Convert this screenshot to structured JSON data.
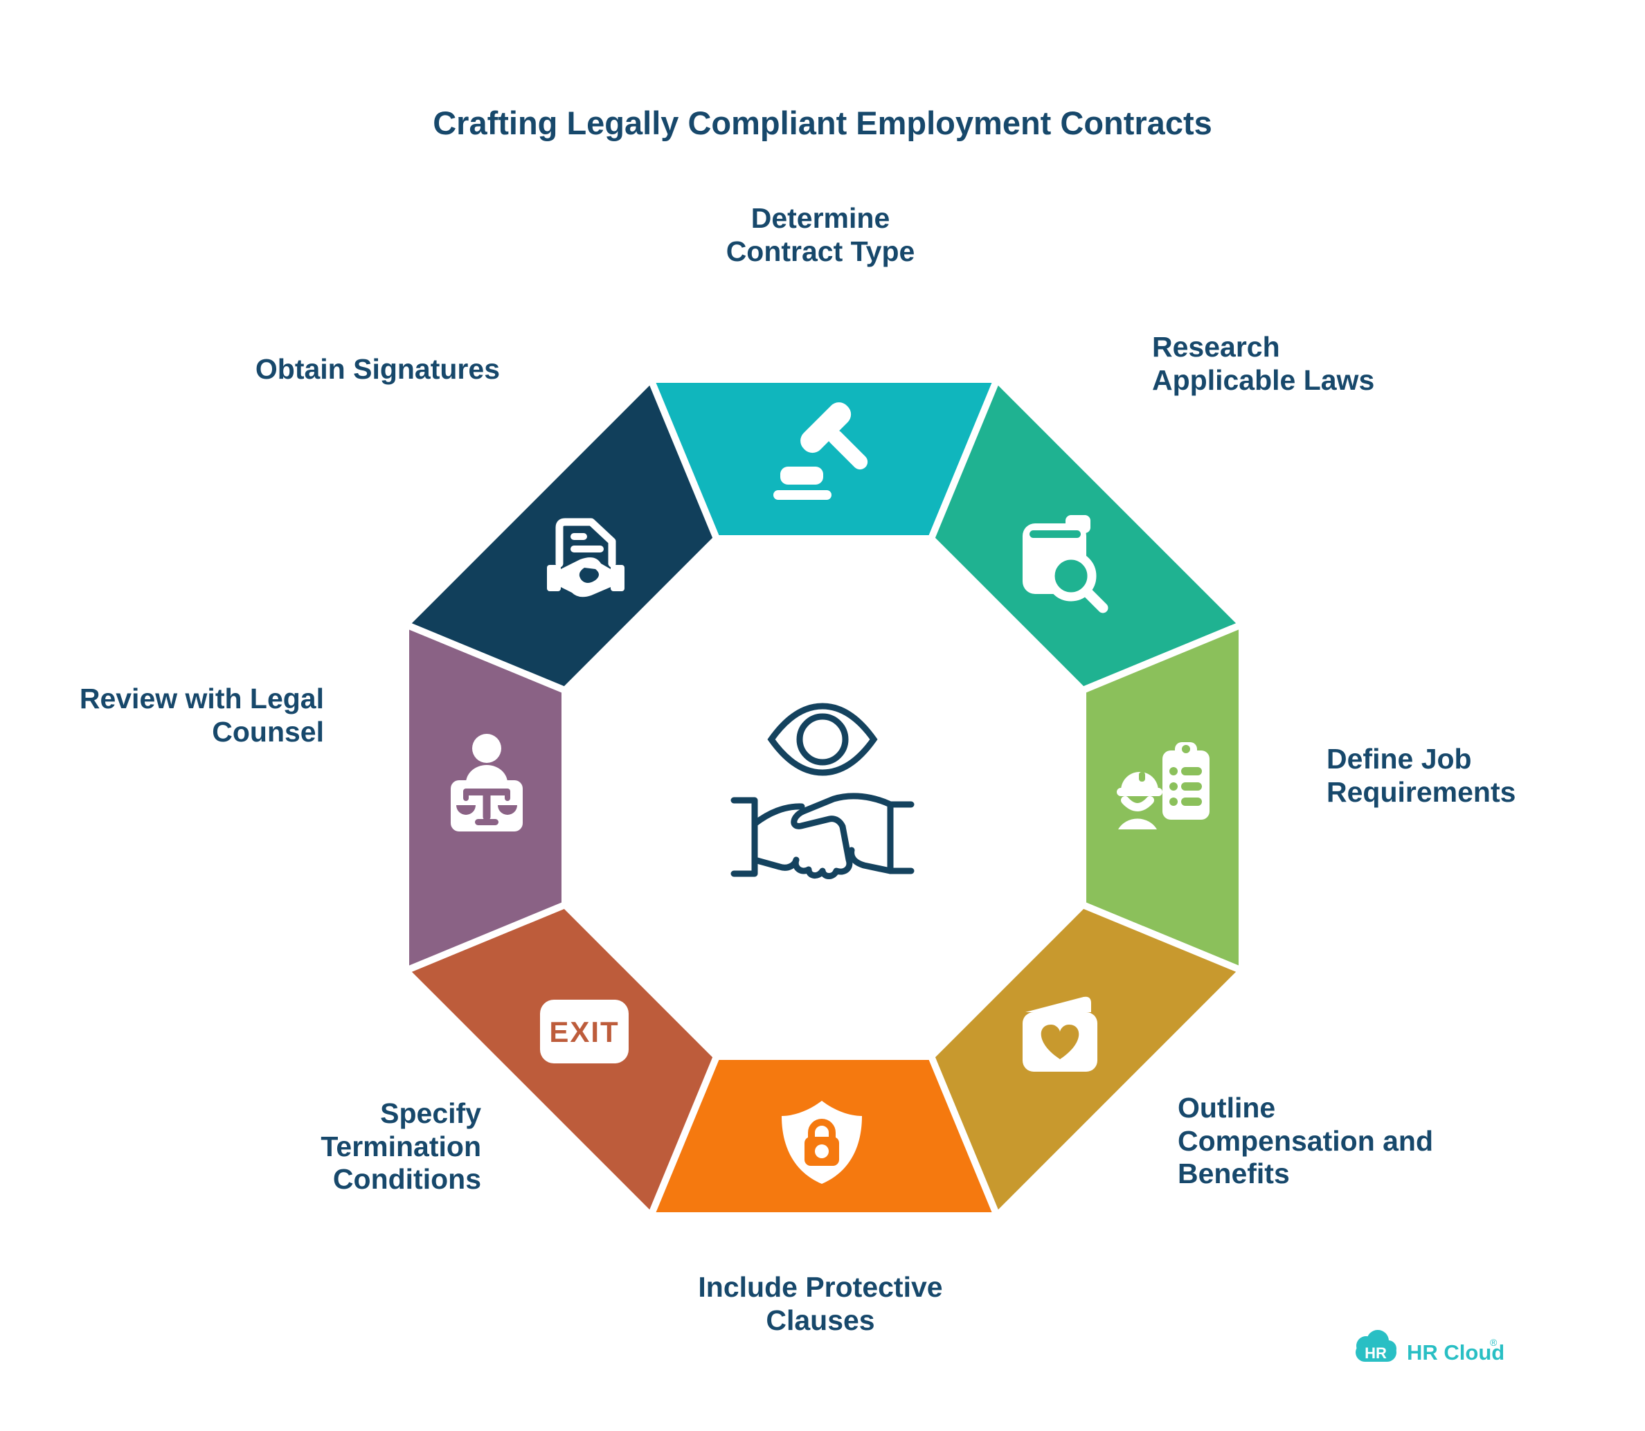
{
  "title": "Crafting Legally Compliant Employment Contracts",
  "title_color": "#17486b",
  "background_color": "#ffffff",
  "center": {
    "icon_color": "#14425e",
    "icons": [
      "eye-icon",
      "handshake-icon"
    ]
  },
  "steps": [
    {
      "id": "determine-contract-type",
      "lines": [
        "Determine",
        "Contract Type"
      ],
      "color": "#10b6bd",
      "icon": "gavel-icon"
    },
    {
      "id": "research-applicable-laws",
      "lines": [
        "Research",
        "Applicable Laws"
      ],
      "color": "#1fb291",
      "icon": "law-book-search-icon"
    },
    {
      "id": "define-job-requirements",
      "lines": [
        "Define Job",
        "Requirements"
      ],
      "color": "#8bc05b",
      "icon": "worker-clipboard-icon"
    },
    {
      "id": "outline-compensation-and-benefits",
      "lines": [
        "Outline",
        "Compensation and",
        "Benefits"
      ],
      "color": "#c8992e",
      "icon": "benefits-wallet-heart-icon"
    },
    {
      "id": "include-protective-clauses",
      "lines": [
        "Include Protective",
        "Clauses"
      ],
      "color": "#f5790f",
      "icon": "shield-lock-icon"
    },
    {
      "id": "specify-termination-conditions",
      "lines": [
        "Specify",
        "Termination",
        "Conditions"
      ],
      "color": "#bd5c3b",
      "icon": "exit-sign-icon",
      "icon_text": "EXIT"
    },
    {
      "id": "review-with-legal-counsel",
      "lines": [
        "Review with Legal",
        "Counsel"
      ],
      "color": "#8a6285",
      "icon": "legal-counsel-scales-icon"
    },
    {
      "id": "obtain-signatures",
      "lines": [
        "Obtain Signatures"
      ],
      "color": "#113f5b",
      "icon": "signed-document-handshake-icon"
    }
  ],
  "brand": {
    "logo_text": "HR",
    "name": "HR Cloud",
    "reg": "®",
    "color": "#29bfc4"
  }
}
